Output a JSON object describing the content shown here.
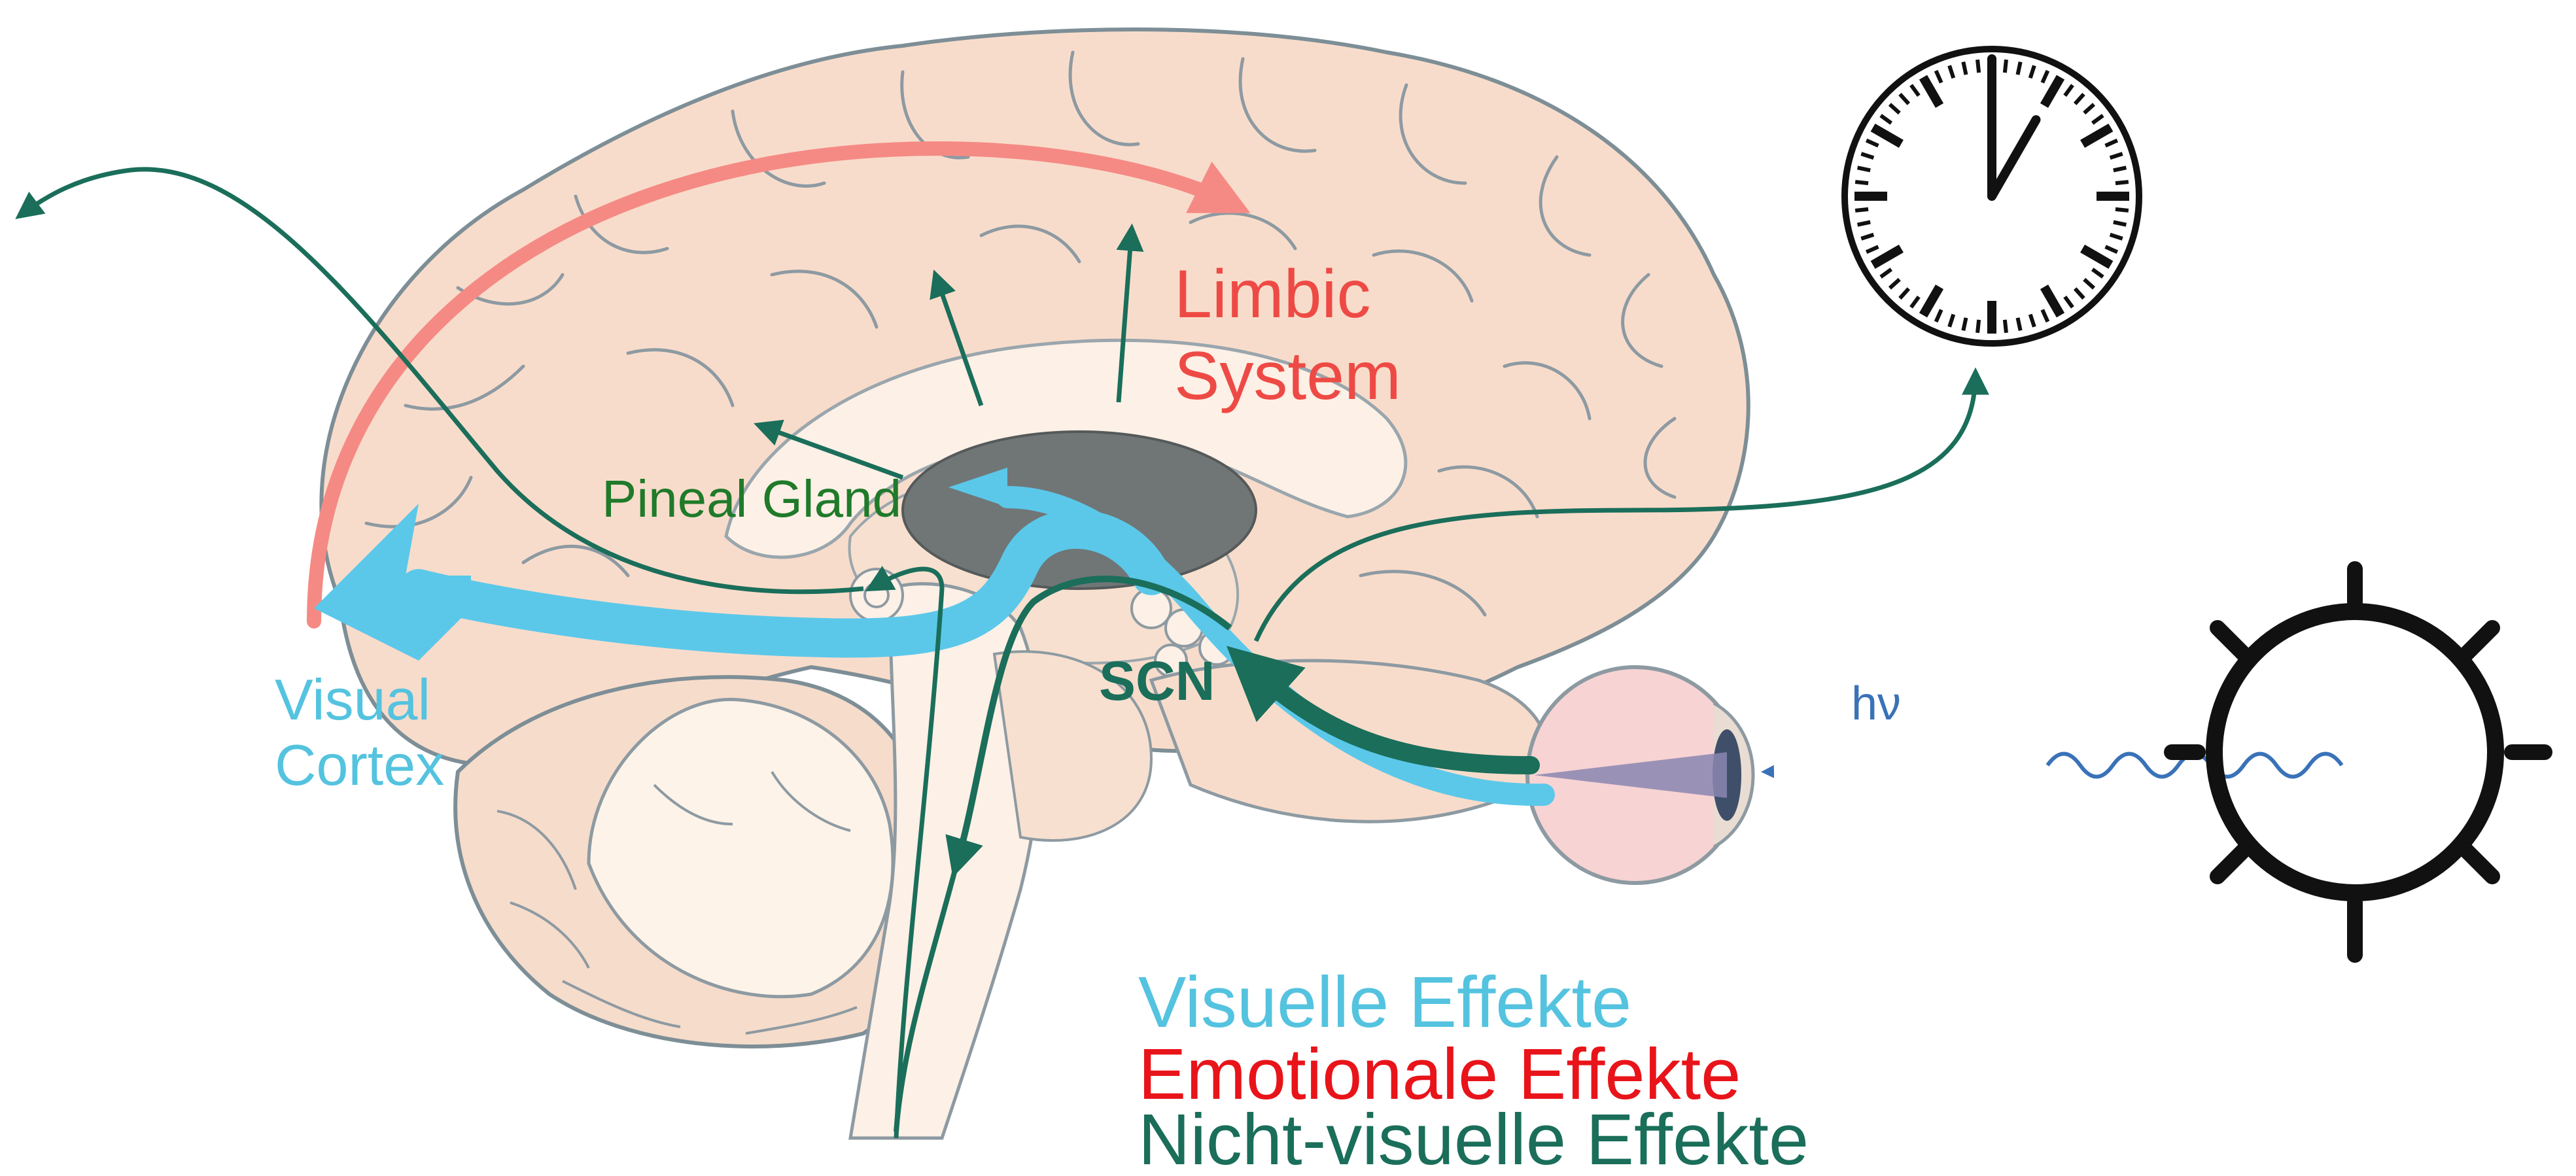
{
  "labels": {
    "limbic": [
      "Limbic",
      "System"
    ],
    "pineal": "Pineal Gland",
    "scn": "SCN",
    "visual_cortex": [
      "Visual",
      "Cortex"
    ],
    "light": "hν"
  },
  "legend": [
    {
      "text": "Visuelle Effekte",
      "color": "#54c3df"
    },
    {
      "text": "Emotionale Effekte",
      "color": "#e8141a"
    },
    {
      "text": "Nicht-visuelle Effekte",
      "color": "#1a6e5a"
    }
  ],
  "colors": {
    "visual": "#5bc8ea",
    "emotional": "#f58a84",
    "non_visual": "#1a6e5a",
    "brain_fill": "#f8dccb",
    "brain_outline": "#7d8e96",
    "pineal_fill": "#707676",
    "light": "#3a72b8"
  },
  "icons": [
    "clock-icon",
    "sun-icon",
    "eye-icon",
    "light-wave-icon"
  ],
  "clock": {
    "hour": 1,
    "minute": 0
  }
}
